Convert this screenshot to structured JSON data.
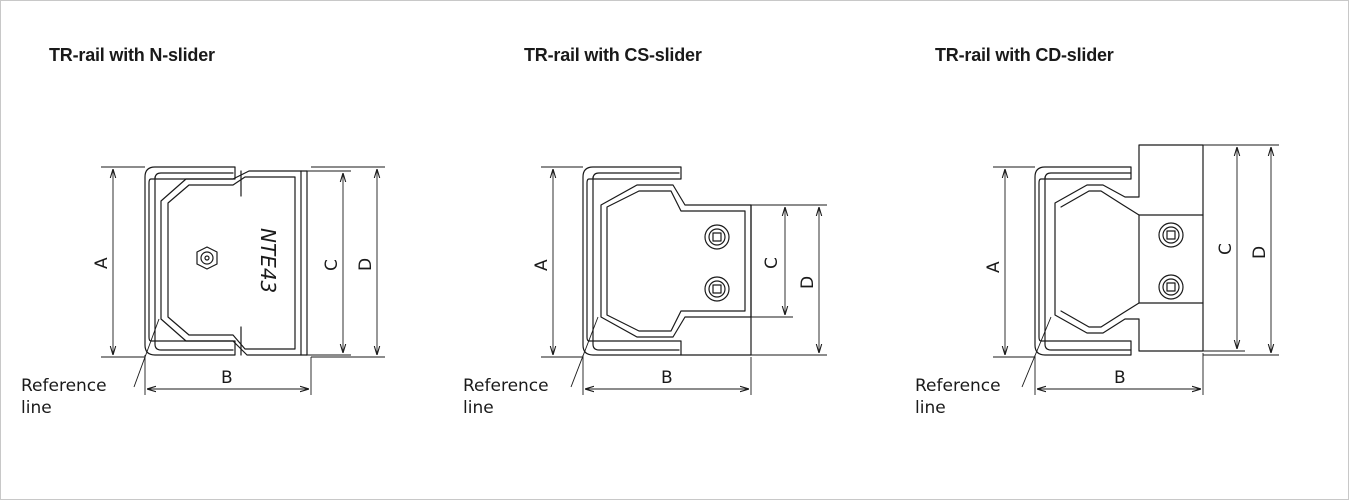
{
  "panels": [
    {
      "title": "TR-rail with N-slider",
      "dims": {
        "a": "A",
        "b": "B",
        "c": "C",
        "d": "D"
      },
      "reference": {
        "line1": "Reference",
        "line2": "line"
      },
      "marking": "NTE43"
    },
    {
      "title": "TR-rail with CS-slider",
      "dims": {
        "a": "A",
        "b": "B",
        "c": "C",
        "d": "D"
      },
      "reference": {
        "line1": "Reference",
        "line2": "line"
      }
    },
    {
      "title": "TR-rail with CD-slider",
      "dims": {
        "a": "A",
        "b": "B",
        "c": "C",
        "d": "D"
      },
      "reference": {
        "line1": "Reference",
        "line2": "line"
      }
    }
  ]
}
